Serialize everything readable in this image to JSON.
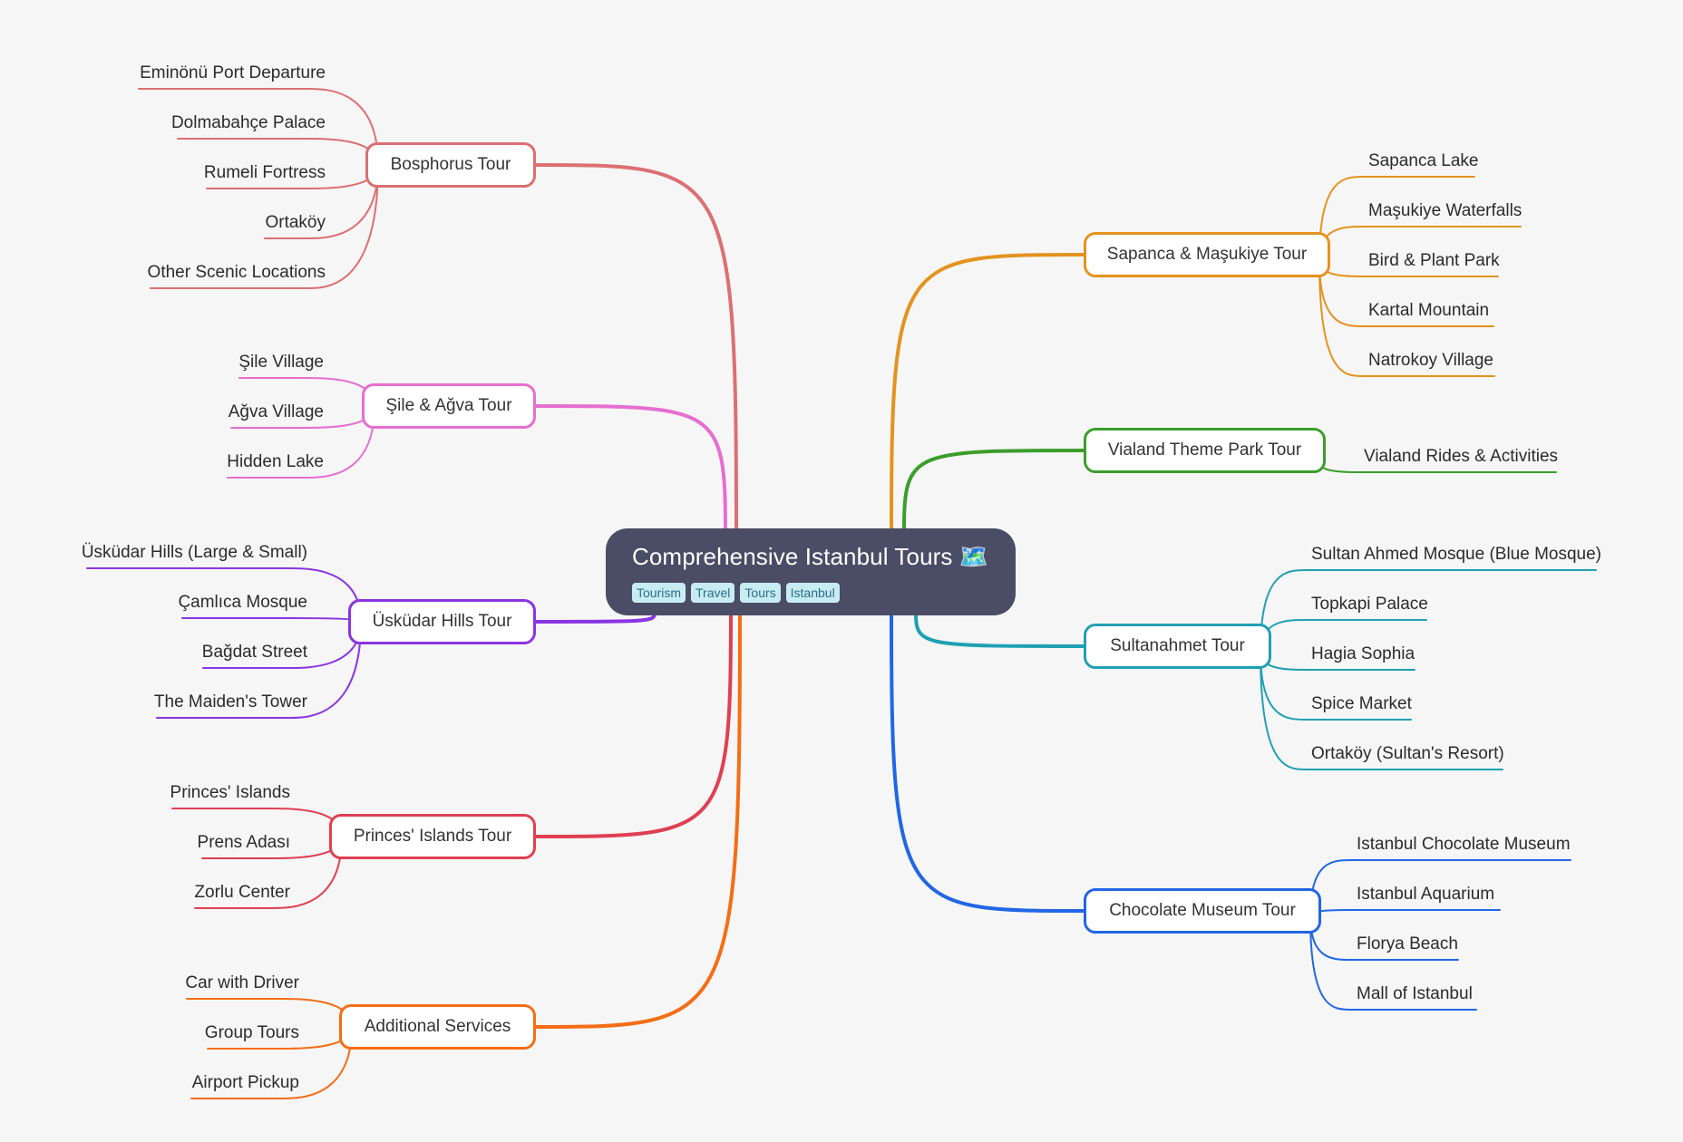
{
  "mindmap": {
    "root": {
      "title": "Comprehensive Istanbul Tours 🗺️",
      "tags": [
        "Tourism",
        "Travel",
        "Tours",
        "Istanbul"
      ]
    },
    "branches": [
      {
        "label": "Bosphorus Tour",
        "color": "#dc6f72",
        "children": [
          "Eminönü Port Departure",
          "Dolmabahçe Palace",
          "Rumeli Fortress",
          "Ortaköy",
          "Other Scenic Locations"
        ]
      },
      {
        "label": "Şile & Ağva Tour",
        "color": "#e66ed0",
        "children": [
          "Şile Village",
          "Ağva Village",
          "Hidden Lake"
        ]
      },
      {
        "label": "Üsküdar Hills Tour",
        "color": "#8b34e2",
        "children": [
          "Üsküdar Hills (Large & Small)",
          "Çamlıca Mosque",
          "Bağdat Street",
          "The Maiden's Tower"
        ]
      },
      {
        "label": "Princes' Islands Tour",
        "color": "#e03f52",
        "children": [
          "Princes' Islands",
          "Prens Adası",
          "Zorlu Center"
        ]
      },
      {
        "label": "Additional Services",
        "color": "#f56d15",
        "children": [
          "Car with Driver",
          "Group Tours",
          "Airport Pickup"
        ]
      },
      {
        "label": "Sapanca & Maşukiye Tour",
        "color": "#e3931e",
        "children": [
          "Sapanca Lake",
          "Maşukiye Waterfalls",
          "Bird & Plant Park",
          "Kartal Mountain",
          "Natrokoy Village"
        ]
      },
      {
        "label": "Vialand Theme Park Tour",
        "color": "#3a9e2a",
        "children": [
          "Vialand Rides & Activities"
        ]
      },
      {
        "label": "Sultanahmet Tour",
        "color": "#1fa0b3",
        "children": [
          "Sultan Ahmed Mosque (Blue Mosque)",
          "Topkapi Palace",
          "Hagia Sophia",
          "Spice Market",
          "Ortaköy (Sultan's Resort)"
        ]
      },
      {
        "label": "Chocolate Museum Tour",
        "color": "#2166e6",
        "children": [
          "Istanbul Chocolate Museum",
          "Istanbul Aquarium",
          "Florya Beach",
          "Mall of Istanbul"
        ]
      }
    ]
  }
}
